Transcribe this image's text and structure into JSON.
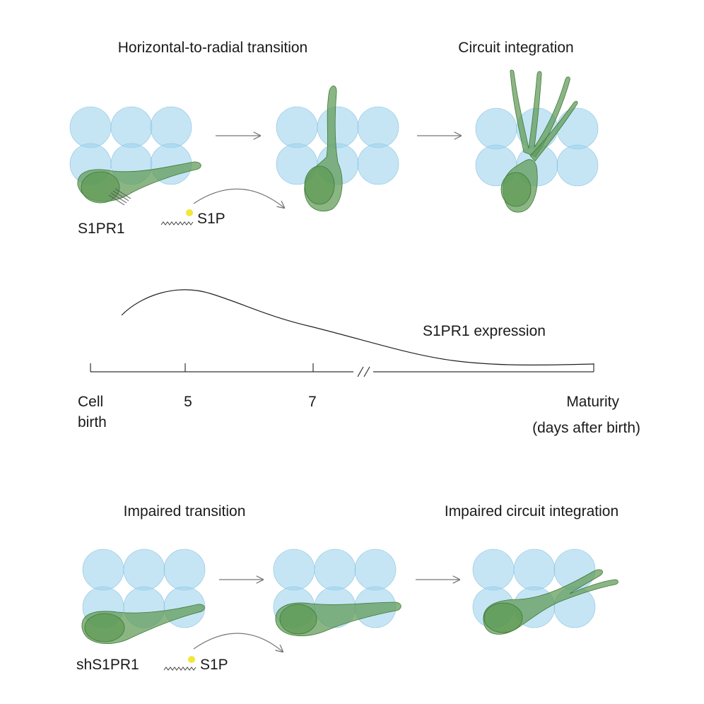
{
  "top": {
    "title_left": "Horizontal-to-radial transition",
    "title_right": "Circuit integration",
    "receptor_label": "S1PR1",
    "ligand_label": "S1P"
  },
  "timeline": {
    "curve_label": "S1PR1 expression",
    "ticks": {
      "birth_line1": "Cell",
      "birth_line2": "birth",
      "day5": "5",
      "day7": "7",
      "maturity": "Maturity",
      "unit": "(days after birth)"
    }
  },
  "bottom": {
    "title_left": "Impaired transition",
    "title_right": "Impaired circuit integration",
    "receptor_label": "shS1PR1",
    "ligand_label": "S1P"
  },
  "colors": {
    "bubble": "#9fd3ee",
    "cell": "#5e9a55",
    "ligand": "#f2e63a"
  }
}
